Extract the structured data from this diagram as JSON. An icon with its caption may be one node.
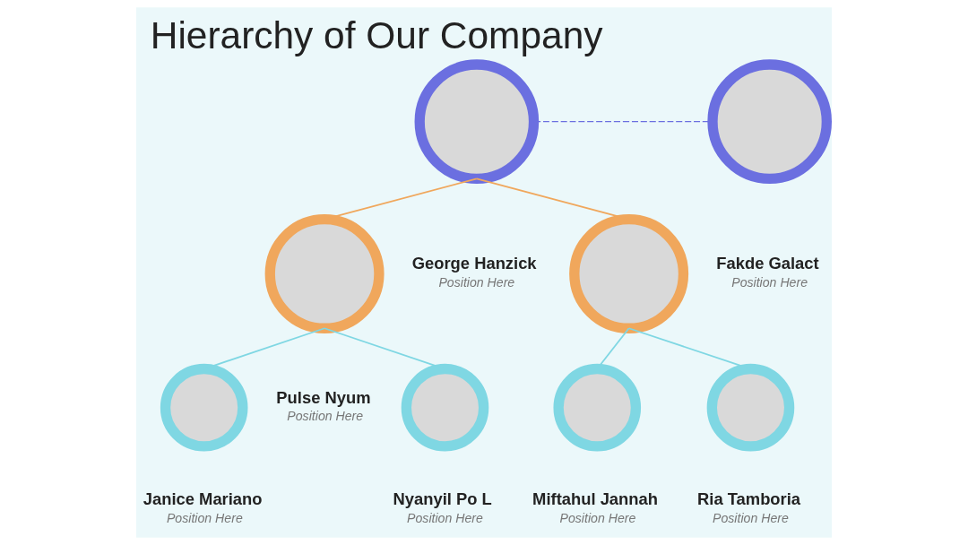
{
  "diagram": {
    "title": "Hierarchy of Our Company",
    "nodes": [
      {
        "text": [],
        "shape": "circle",
        "beside": [
          "George Hanzick",
          "Position Here"
        ]
      },
      {
        "text": [],
        "shape": "circle",
        "beside": [
          "Fakde Galact",
          "Position Here"
        ]
      },
      {
        "text": [],
        "shape": "circle",
        "beside": [
          "Pulse Nyum",
          "Position Here"
        ]
      },
      {
        "text": [],
        "shape": "circle"
      },
      {
        "text": [],
        "shape": "circle",
        "beside": [
          "Janice Mariano",
          "Position Here"
        ]
      },
      {
        "text": [],
        "shape": "circle",
        "beside": [
          "Nyanyil Po L",
          "Position Here"
        ]
      },
      {
        "text": [],
        "shape": "circle",
        "beside": [
          "Miftahul Jannah",
          "Position Here"
        ]
      },
      {
        "text": [],
        "shape": "circle",
        "beside": [
          "Ria Tamboria",
          "Position Here"
        ]
      }
    ],
    "edges": [
      {
        "from": 0,
        "to": 1,
        "arrow": "none",
        "style": "dashed",
        "color": "#6b6fe0"
      },
      {
        "from": 0,
        "to": 2,
        "arrow": "none",
        "color": "#f0a75c"
      },
      {
        "from": 0,
        "to": 3,
        "arrow": "none",
        "color": "#f0a75c"
      },
      {
        "from": 2,
        "to": 4,
        "arrow": "none"
      },
      {
        "from": 2,
        "to": 5,
        "arrow": "none"
      },
      {
        "from": 3,
        "to": 6,
        "arrow": "none"
      },
      {
        "from": 3,
        "to": 7,
        "arrow": "none"
      }
    ]
  }
}
